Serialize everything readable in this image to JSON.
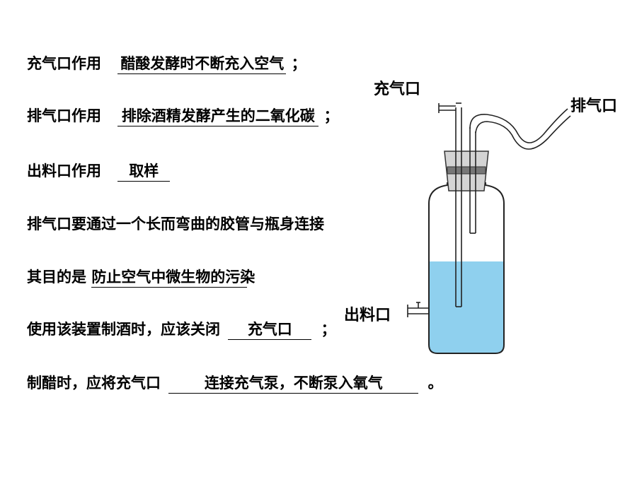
{
  "lines": [
    {
      "label": "充气口作用",
      "answer": "醋酸发酵时不断充入空气",
      "tail": "；"
    },
    {
      "label": "排气口作用",
      "answer": "排除酒精发酵产生的二氧化碳",
      "tail": "；"
    },
    {
      "label": "出料口作用",
      "answer": "取样",
      "tail": ""
    },
    {
      "text": "排气口要通过一个长而弯曲的胶管与瓶身连接"
    },
    {
      "label": "其目的是",
      "answer": "防止空气中微生物的污染",
      "tail": ""
    },
    {
      "label": "使用该装置制酒时，应该关闭",
      "answer": "充气口",
      "tail": "；"
    },
    {
      "label": "制醋时，应将充气口",
      "answer": "连接充气泵，不断泵入氧气",
      "tail": "。"
    }
  ],
  "apparatus": {
    "inlet_label": "充气口",
    "outlet_label": "排气口",
    "sampling_label": "出料口",
    "liquid_color": "#8fd0ee"
  }
}
